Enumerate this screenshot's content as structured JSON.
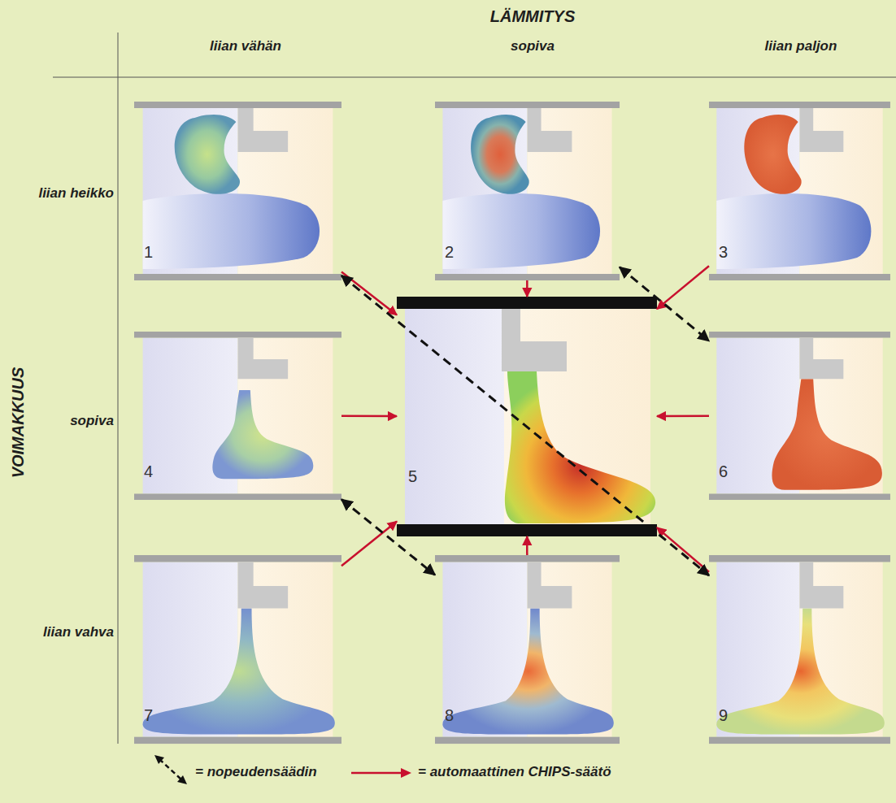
{
  "diagram": {
    "nodes": [
      {
        "text": [
          "1"
        ]
      },
      {
        "text": [
          "2"
        ]
      },
      {
        "text": [
          "3"
        ]
      },
      {
        "text": [
          "4"
        ]
      },
      {
        "text": [
          "5"
        ]
      },
      {
        "text": [
          "6"
        ]
      },
      {
        "text": [
          "7"
        ]
      },
      {
        "text": [
          "8"
        ]
      },
      {
        "text": [
          "9"
        ]
      }
    ],
    "edges": [
      {
        "from": 0,
        "to": 4,
        "arrow": "to"
      },
      {
        "from": 1,
        "to": 4,
        "arrow": "to"
      },
      {
        "from": 2,
        "to": 4,
        "arrow": "to"
      },
      {
        "from": 3,
        "to": 4,
        "arrow": "to"
      },
      {
        "from": 5,
        "to": 4,
        "arrow": "to"
      },
      {
        "from": 6,
        "to": 4,
        "arrow": "to"
      },
      {
        "from": 7,
        "to": 4,
        "arrow": "to"
      },
      {
        "from": 8,
        "to": 4,
        "arrow": "to"
      },
      {
        "from": 0,
        "to": 8,
        "arrow": "both"
      },
      {
        "from": 1,
        "to": 5,
        "arrow": "both"
      },
      {
        "from": 3,
        "to": 7,
        "arrow": "both"
      }
    ],
    "labels": [
      "LÄMMITYS",
      "liian vähän",
      "sopiva",
      "liian paljon",
      "VOIMAKKUUS",
      "liian heikko",
      "sopiva",
      "liian vahva"
    ],
    "legend": [
      {
        "text": "= nopeudensäädin"
      },
      {
        "text": "= automaattinen CHIPS-säätö"
      }
    ]
  }
}
